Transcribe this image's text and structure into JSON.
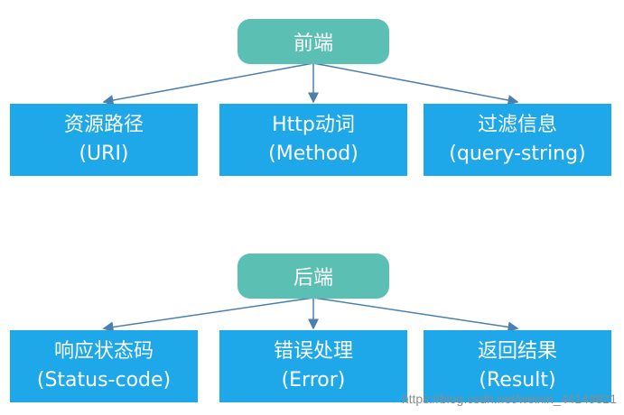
{
  "diagram": {
    "frontend": {
      "root": "前端",
      "children": [
        {
          "title": "资源路径",
          "subtitle": "(URI)"
        },
        {
          "title": "Http动词",
          "subtitle": "(Method)"
        },
        {
          "title": "过滤信息",
          "subtitle": "(query-string)"
        }
      ]
    },
    "backend": {
      "root": "后端",
      "children": [
        {
          "title": "响应状态码",
          "subtitle": "(Status-code)"
        },
        {
          "title": "错误处理",
          "subtitle": "(Error)"
        },
        {
          "title": "返回结果",
          "subtitle": "(Result)"
        }
      ]
    }
  },
  "watermark": "https://blog.csdn.net/weixin_44149821",
  "colors": {
    "root_fill": "#5bbfb4",
    "child_fill": "#1ea7e9",
    "connector": "#4a7fb0"
  }
}
